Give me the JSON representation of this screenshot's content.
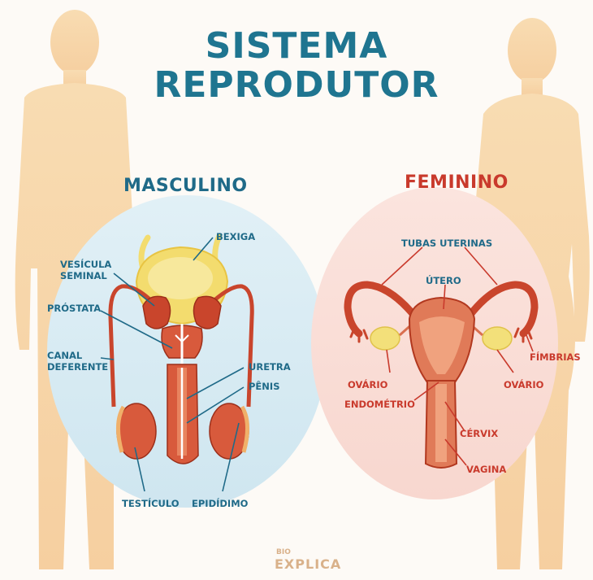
{
  "title": {
    "line1": "SISTEMA",
    "line2": "REPRODUTOR"
  },
  "male": {
    "heading": "MASCULINO",
    "labels": {
      "bexiga": "BEXIGA",
      "vesicula_seminal": "VESÍCULA\nSEMINAL",
      "prostata": "PRÓSTATA",
      "canal_deferente": "CANAL\nDEFERENTE",
      "uretra": "URETRA",
      "penis": "PÊNIS",
      "testiculo": "TESTÍCULO",
      "epididimo": "EPIDÍDIMO"
    }
  },
  "female": {
    "heading": "FEMININO",
    "labels": {
      "tubas_uterinas": "TUBAS UTERINAS",
      "utero": "ÚTERO",
      "fimbrias": "FÍMBRIAS",
      "ovario_left": "OVÁRIO",
      "ovario_right": "OVÁRIO",
      "endometrio": "ENDOMÉTRIO",
      "cervix": "CÉRVIX",
      "vagina": "VAGINA"
    }
  },
  "logo": {
    "top": "BIO",
    "main": "EXPLICA"
  },
  "colors": {
    "title": "#1f7590",
    "male_text": "#1f6a88",
    "female_text": "#c93a2c",
    "male_circle": "#d6eaf3",
    "female_circle": "#f9ddd6",
    "silhouette": "#f7d5a8",
    "organ": "#d9533a",
    "organ_dark": "#b2381f",
    "bladder": "#f3dc6e",
    "ovary": "#f3e07a"
  }
}
